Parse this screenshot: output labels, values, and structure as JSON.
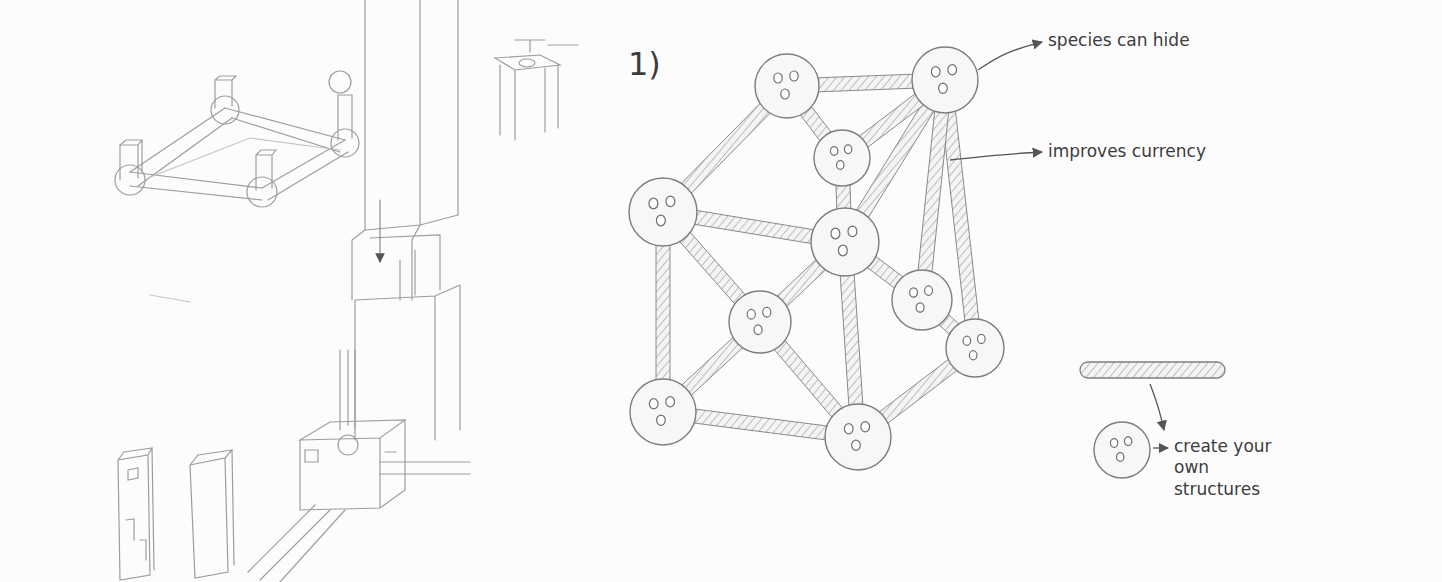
{
  "diagram": {
    "labels": [
      "1)",
      "species can hide",
      "improves currency",
      "create your own structures"
    ]
  }
}
